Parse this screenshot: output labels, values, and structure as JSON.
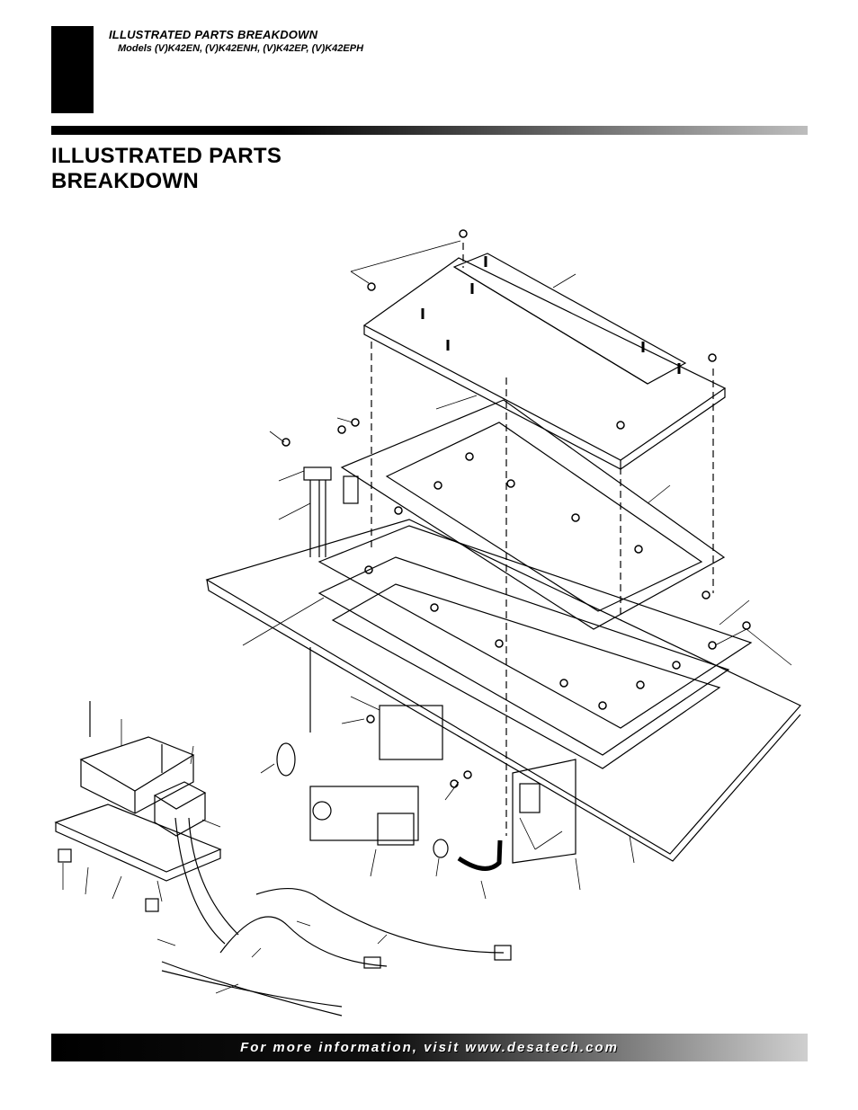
{
  "header": {
    "section_title": "ILLUSTRATED PARTS BREAKDOWN",
    "models": "Models (V)K42EN, (V)K42ENH, (V)K42EP, (V)K42EPH"
  },
  "page": {
    "title_line1": "ILLUSTRATED PARTS",
    "title_line2": "BREAKDOWN"
  },
  "footer": {
    "text": "For more information, visit www.desatech.com"
  }
}
